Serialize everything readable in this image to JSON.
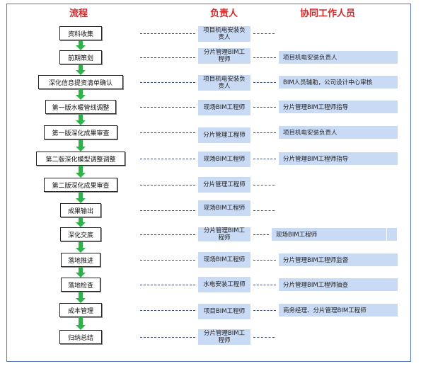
{
  "headers": {
    "process": "流程",
    "responsible": "负责人",
    "collaborators": "协同工作人员"
  },
  "steps": [
    {
      "label": "资料收集",
      "responsible": "项目机电安装负责人",
      "collaborator": ""
    },
    {
      "label": "前期策划",
      "responsible": "分片管理BIM工程师",
      "collaborator": "项目机电安装负责人"
    },
    {
      "label": "深化信息提资清单确认",
      "responsible": "项目机电安装负责人",
      "collaborator": "BIM人员辅助，公司设计中心审核"
    },
    {
      "label": "第一版水暖管线调整",
      "responsible": "现场BIM工程师",
      "collaborator": "分片管理BIM工程师指导"
    },
    {
      "label": "第一版深化成果审查",
      "responsible": "分片管理工程师",
      "collaborator": "项目机电安装负责人"
    },
    {
      "label": "第二版深化模型调整调整",
      "responsible": "现场BIM工程师",
      "collaborator": "分片管理BIM工程师指导"
    },
    {
      "label": "第二版深化成果审查",
      "responsible": "分片管理工程师",
      "collaborator": ""
    },
    {
      "label": "成果输出",
      "responsible": "现场BIM工程师",
      "collaborator": ""
    },
    {
      "label": "深化交底",
      "responsible": "分片管理BIM工程师",
      "collaborator": "现场BIM工程师"
    },
    {
      "label": "落地推进",
      "responsible": "现场BIM工程师",
      "collaborator": "分片管理BIM工程师监督"
    },
    {
      "label": "落地检查",
      "responsible": "水电安装工程师",
      "collaborator": "分片管理BIM工程师抽查"
    },
    {
      "label": "成本管理",
      "responsible": "项目BIM工程师",
      "collaborator": "商务经理、分片管理BIM工程师"
    },
    {
      "label": "归纳总结",
      "responsible": "分片管理BIM工程师",
      "collaborator": ""
    }
  ]
}
